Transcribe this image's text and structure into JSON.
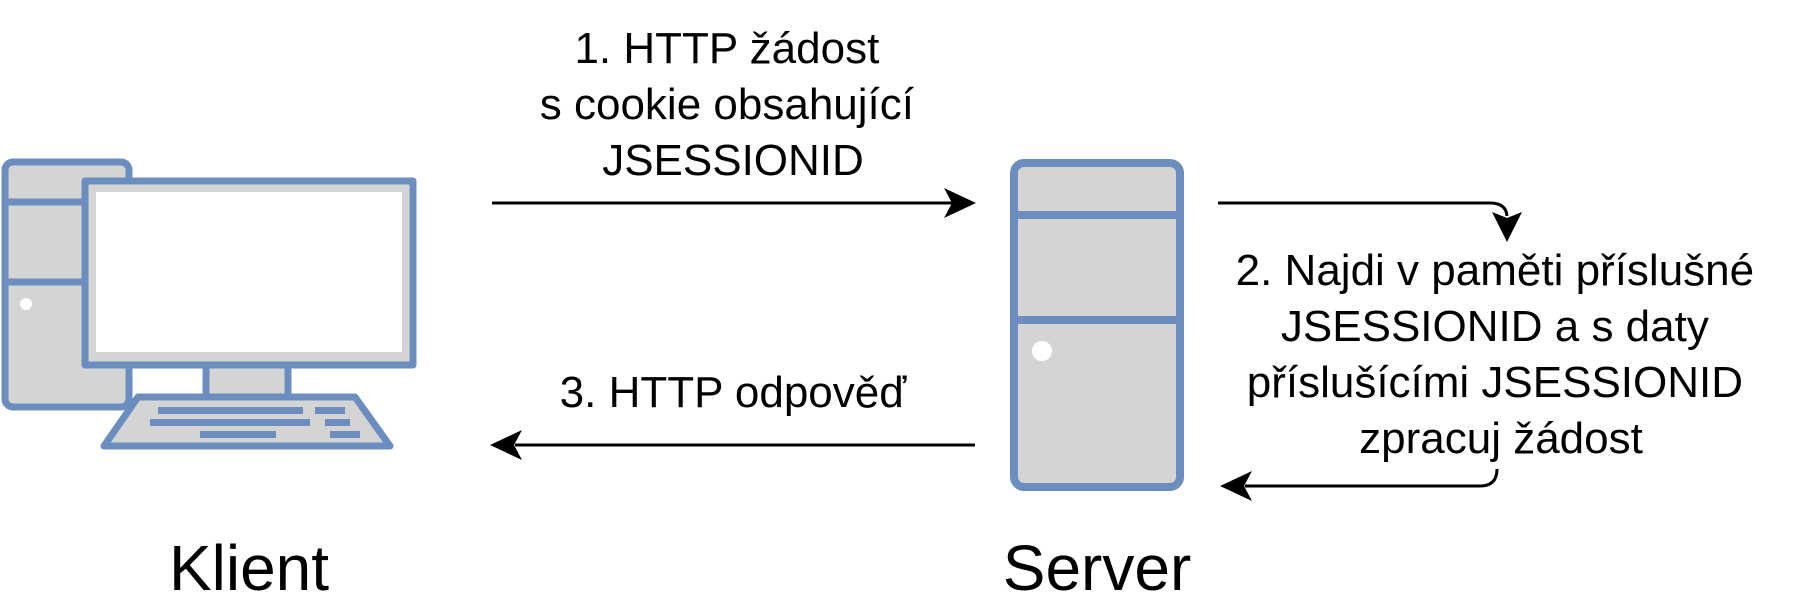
{
  "nodes": {
    "client": {
      "label": "Klient",
      "icon": "desktop-computer-icon"
    },
    "server": {
      "label": "Server",
      "icon": "server-tower-icon"
    }
  },
  "steps": {
    "request": [
      "1. HTTP žádost",
      "s cookie obsahující",
      "JSESSIONID"
    ],
    "process": [
      "2. Najdi v paměti příslušné",
      "JSESSIONID a s daty",
      "příslušícími JSESSIONID",
      "zpracuj žádost"
    ],
    "response": [
      "3. HTTP odpověď"
    ]
  },
  "colors": {
    "outline": "#6C8EBF",
    "fill": "#D4D4D4",
    "screen": "#FFFFFF",
    "arrow": "#000000"
  }
}
